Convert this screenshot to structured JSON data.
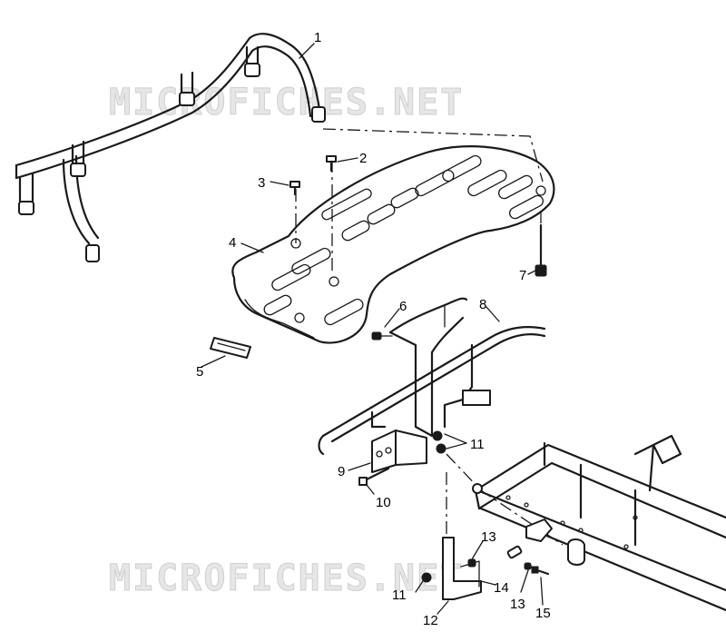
{
  "watermark_text": "MICROFICHES.NET",
  "callouts": [
    {
      "id": "c1",
      "text": "1"
    },
    {
      "id": "c2",
      "text": "2"
    },
    {
      "id": "c3",
      "text": "3"
    },
    {
      "id": "c4",
      "text": "4"
    },
    {
      "id": "c5",
      "text": "5"
    },
    {
      "id": "c6",
      "text": "6"
    },
    {
      "id": "c7",
      "text": "7"
    },
    {
      "id": "c8",
      "text": "8"
    },
    {
      "id": "c9",
      "text": "9"
    },
    {
      "id": "c10",
      "text": "10"
    },
    {
      "id": "c11a",
      "text": "11"
    },
    {
      "id": "c11b",
      "text": "11"
    },
    {
      "id": "c12",
      "text": "12"
    },
    {
      "id": "c13a",
      "text": "13"
    },
    {
      "id": "c13b",
      "text": "13"
    },
    {
      "id": "c14",
      "text": "14"
    },
    {
      "id": "c15",
      "text": "15"
    }
  ]
}
